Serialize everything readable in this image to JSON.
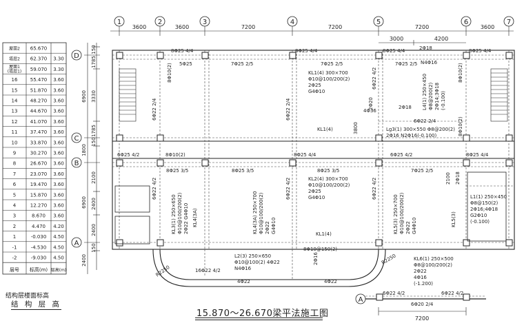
{
  "title": "15.870～26.670梁平法施工图",
  "legend": {
    "line1": "结构层楼面标高",
    "line2": "结 构 层 高"
  },
  "axes": {
    "columns": [
      "1",
      "2",
      "3",
      "4",
      "5",
      "6",
      "7"
    ],
    "rows": [
      "D",
      "C",
      "B",
      "A"
    ],
    "top_dims": [
      "3600",
      "3600",
      "7200",
      "7200",
      "7200",
      "3600"
    ],
    "sub_dims": [
      "3000",
      "4200"
    ],
    "left_dims": [
      "150",
      "1785",
      "3330",
      "1785",
      "6900",
      "1800",
      "150",
      "2100",
      "2400",
      "6900",
      "2400",
      "150",
      "2400"
    ],
    "bottom_dim": "7200"
  },
  "floor_table": {
    "header": [
      "层号",
      "标高(m)",
      "层高(m)"
    ],
    "rows": [
      [
        "屋面2",
        "65.670",
        ""
      ],
      [
        "塔层2",
        "62.370",
        "3.30"
      ],
      [
        "屋面1\n(塔层1)",
        "59.070",
        "3.30"
      ],
      [
        "16",
        "55.470",
        "3.60"
      ],
      [
        "15",
        "51.870",
        "3.60"
      ],
      [
        "14",
        "48.270",
        "3.60"
      ],
      [
        "13",
        "44.670",
        "3.60"
      ],
      [
        "12",
        "41.070",
        "3.60"
      ],
      [
        "11",
        "37.470",
        "3.60"
      ],
      [
        "10",
        "33.870",
        "3.60"
      ],
      [
        "9",
        "30.270",
        "3.60"
      ],
      [
        "8",
        "26.670",
        "3.60"
      ],
      [
        "7",
        "23.070",
        "3.60"
      ],
      [
        "6",
        "19.470",
        "3.60"
      ],
      [
        "5",
        "15.870",
        "3.60"
      ],
      [
        "4",
        "12.270",
        "3.60"
      ],
      [
        "3",
        "8.670",
        "3.60"
      ],
      [
        "2",
        "4.470",
        "4.20"
      ],
      [
        "1",
        "-0.030",
        "4.50"
      ],
      [
        "-1",
        "-4.530",
        "4.50"
      ],
      [
        "-2",
        "-9.030",
        "4.50"
      ]
    ]
  },
  "annotations": {
    "top_8c25": "8Φ25 4/4",
    "top_7c25": "7Φ25 2/5",
    "top_5c25": "5Φ25",
    "kl1": [
      "KL1(4) 300×700",
      "Φ10@100/200(2)",
      "2Φ25",
      "G4Φ10"
    ],
    "l4": [
      "L4(1) 250×450",
      "Φ8@200(2)",
      "2Φ14;3Φ18",
      "(-0.100)"
    ],
    "n4": "N4Φ16",
    "n2c18": "2Φ18",
    "c20": "2Φ20",
    "c4c6": "4Φ36",
    "kl1_c": "KL1(4)",
    "lg3": [
      "Lg3(1) 300×550 Φ8@200(2)",
      "2Φ16 N2Φ16(-0.100)"
    ],
    "c3800": "3800",
    "c6c25_42": "6Φ25 4/2",
    "c8c10_2": "8Φ10(2)",
    "c8c25_35": "8Φ25 3/5",
    "c7c25_25": "7Φ25 2/5",
    "kl3": [
      "KL3(1) 250×650",
      "Φ10@100/200(2)",
      "2Φ22 G4Φ10"
    ],
    "kl4": "KL4(3A)",
    "kl4b": [
      "KL4(3A) 250×700",
      "Φ10@100/200(2)",
      "2Φ22",
      "G4Φ10"
    ],
    "kl2": [
      "KL2(4) 300×700",
      "Φ10@100/200(2)",
      "2Φ25",
      "G4Φ10"
    ],
    "kl5": [
      "KL5(3) 250×700",
      "Φ10@100/200(2)",
      "2Φ22",
      "G4Φ10"
    ],
    "kl5b": "KL5(3)",
    "l1": [
      "L1(1) 250×450",
      "Φ8@150(2)",
      "2Φ16;4Φ18",
      "G2Φ10",
      "(-0.100)"
    ],
    "c2100": "2100",
    "kl1_a": "KL1(4)",
    "l2": [
      "L2(3) 250×650",
      "Φ10@100(2) 4Φ22",
      "N4Φ16"
    ],
    "c16c22_42": "16Φ22 4/2",
    "c4c22": "4Φ22",
    "c2c16": "2Φ16",
    "c8c10_152": "8Φ10@150(2)",
    "r2250": "R2250",
    "kl6": [
      "KL6(1) 250×500",
      "Φ8@100/200(2)",
      "2Φ22",
      "4Φ16",
      "(-1.200)"
    ],
    "bottom_6c22": "6Φ22 4/2",
    "bottom_6c20": "6Φ20 2/4",
    "c6c22_42": "6Φ22 4/2",
    "c6c22_24": "6Φ22 2/4",
    "c2c18": "2Φ18",
    "c8c10_2_r": "8Φ10(2)"
  }
}
